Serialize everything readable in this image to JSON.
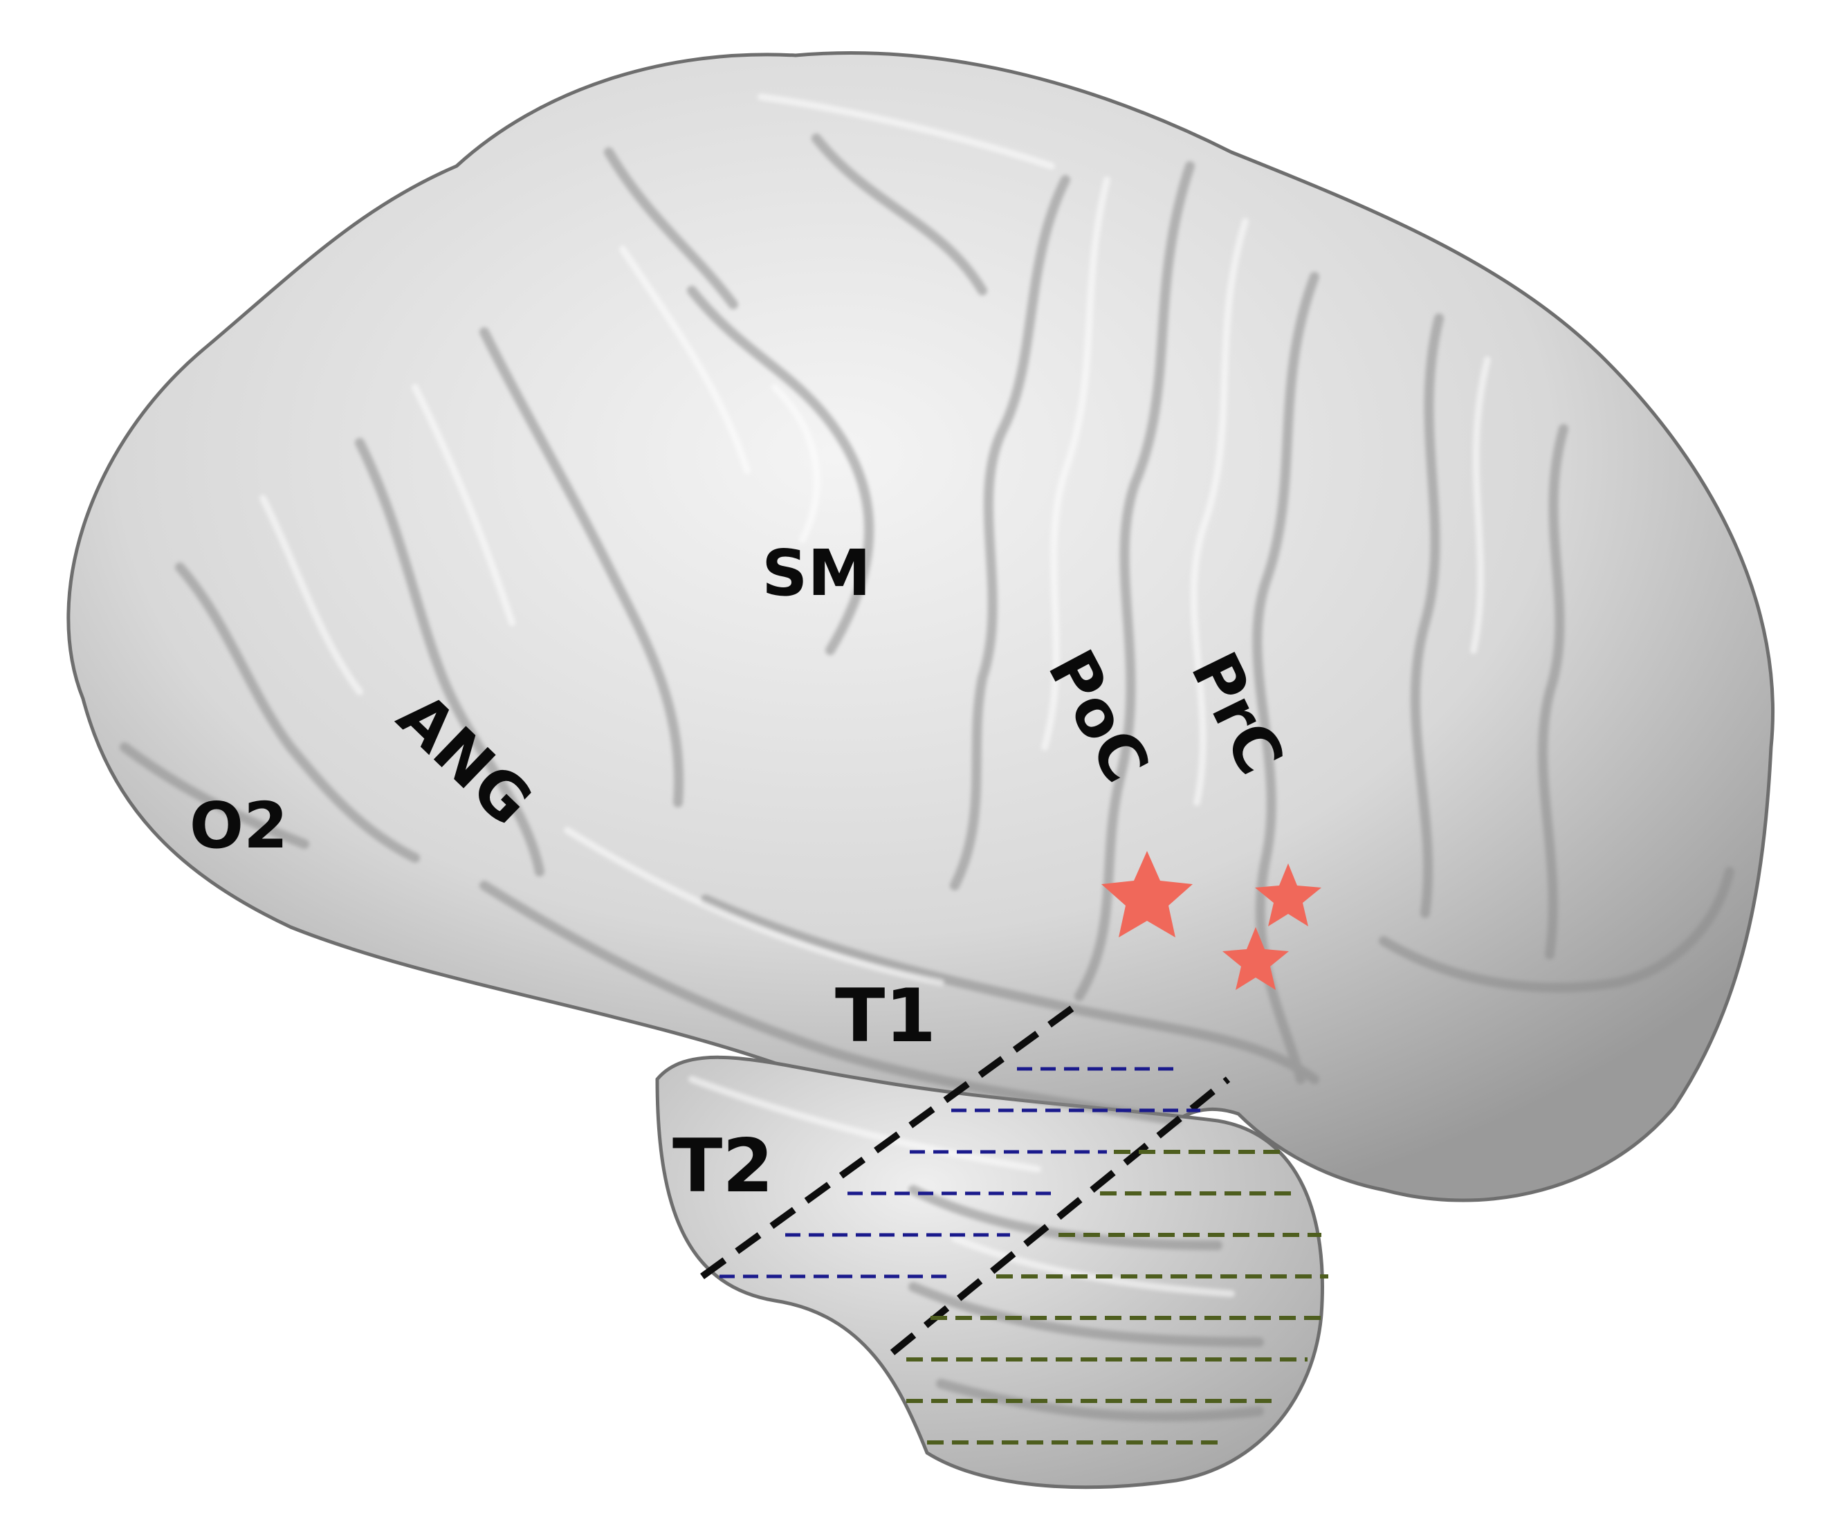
{
  "labels": {
    "sm": "SM",
    "ang": "ANG",
    "o2": "O2",
    "poc": "PoC",
    "prc": "PrC",
    "t1": "T1",
    "t2": "T2"
  },
  "colors": {
    "cortex_fill": "#d6d6d6",
    "cortex_highlight": "#f2f2f2",
    "cortex_shadow": "#8c8c8c",
    "label_text": "#0a0a0a",
    "star": "#f0685a",
    "boundary_dash": "#0d0d0d",
    "blue_dash": "#1a1a8c",
    "green_dash": "#4e5e1e"
  },
  "markers": {
    "star_count": 3
  }
}
